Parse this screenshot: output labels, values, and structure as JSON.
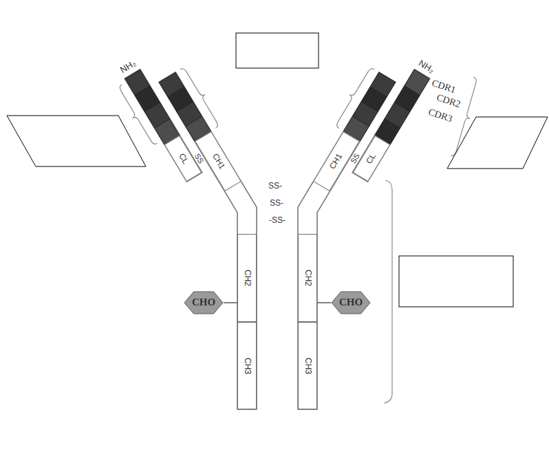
{
  "diagram": {
    "nodes": [
      {
        "text": [
          "CH1"
        ]
      },
      {
        "text": [
          "CL"
        ]
      },
      {
        "text": [
          "CH1"
        ]
      },
      {
        "text": [
          "CL"
        ]
      },
      {
        "text": [
          "CHO"
        ]
      },
      {
        "text": [
          "CH2"
        ]
      },
      {
        "text": [
          "CH2"
        ]
      },
      {
        "text": [
          "CHO"
        ]
      },
      {
        "text": [
          "CH3"
        ]
      },
      {
        "text": [
          "CH3"
        ]
      }
    ],
    "edges": [
      {
        "from": 4,
        "to": 5,
        "arrow": "none"
      },
      {
        "from": 7,
        "to": 6,
        "arrow": "none"
      }
    ],
    "labels": [
      "NH₂",
      "NH₂",
      "CDR1",
      "CDR2",
      "CDR3",
      "SS",
      "SS",
      "SS-",
      "SS-",
      "-SS-"
    ]
  }
}
